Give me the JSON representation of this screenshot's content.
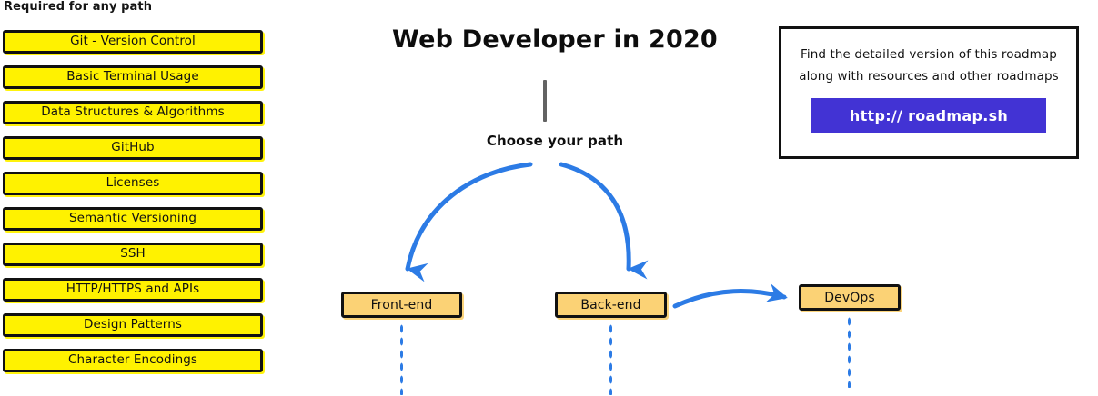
{
  "required_section": {
    "heading": "Required for any path",
    "items": [
      {
        "label": "Git - Version Control"
      },
      {
        "label": "Basic Terminal Usage"
      },
      {
        "label": "Data Structures & Algorithms"
      },
      {
        "label": "GitHub"
      },
      {
        "label": "Licenses"
      },
      {
        "label": "Semantic Versioning"
      },
      {
        "label": "SSH"
      },
      {
        "label": "HTTP/HTTPS and APIs"
      },
      {
        "label": "Design Patterns"
      },
      {
        "label": "Character Encodings"
      }
    ]
  },
  "center": {
    "title": "Web Developer in 2020",
    "choose_path_label": "Choose your path",
    "paths": [
      {
        "label": "Front-end"
      },
      {
        "label": "Back-end"
      },
      {
        "label": "DevOps"
      }
    ]
  },
  "info_card": {
    "line1": "Find the detailed version of this roadmap",
    "line2": "along with resources and other roadmaps",
    "button_label": "http:// roadmap.sh"
  },
  "colors": {
    "required_box_fill": "#FFF200",
    "path_box_fill": "#FBD275",
    "box_border": "#111111",
    "arrow_blue": "#2C7BE5",
    "link_button": "#4233D4",
    "stem_gray": "#636363",
    "text": "#111111",
    "background": "#FFFFFF"
  }
}
